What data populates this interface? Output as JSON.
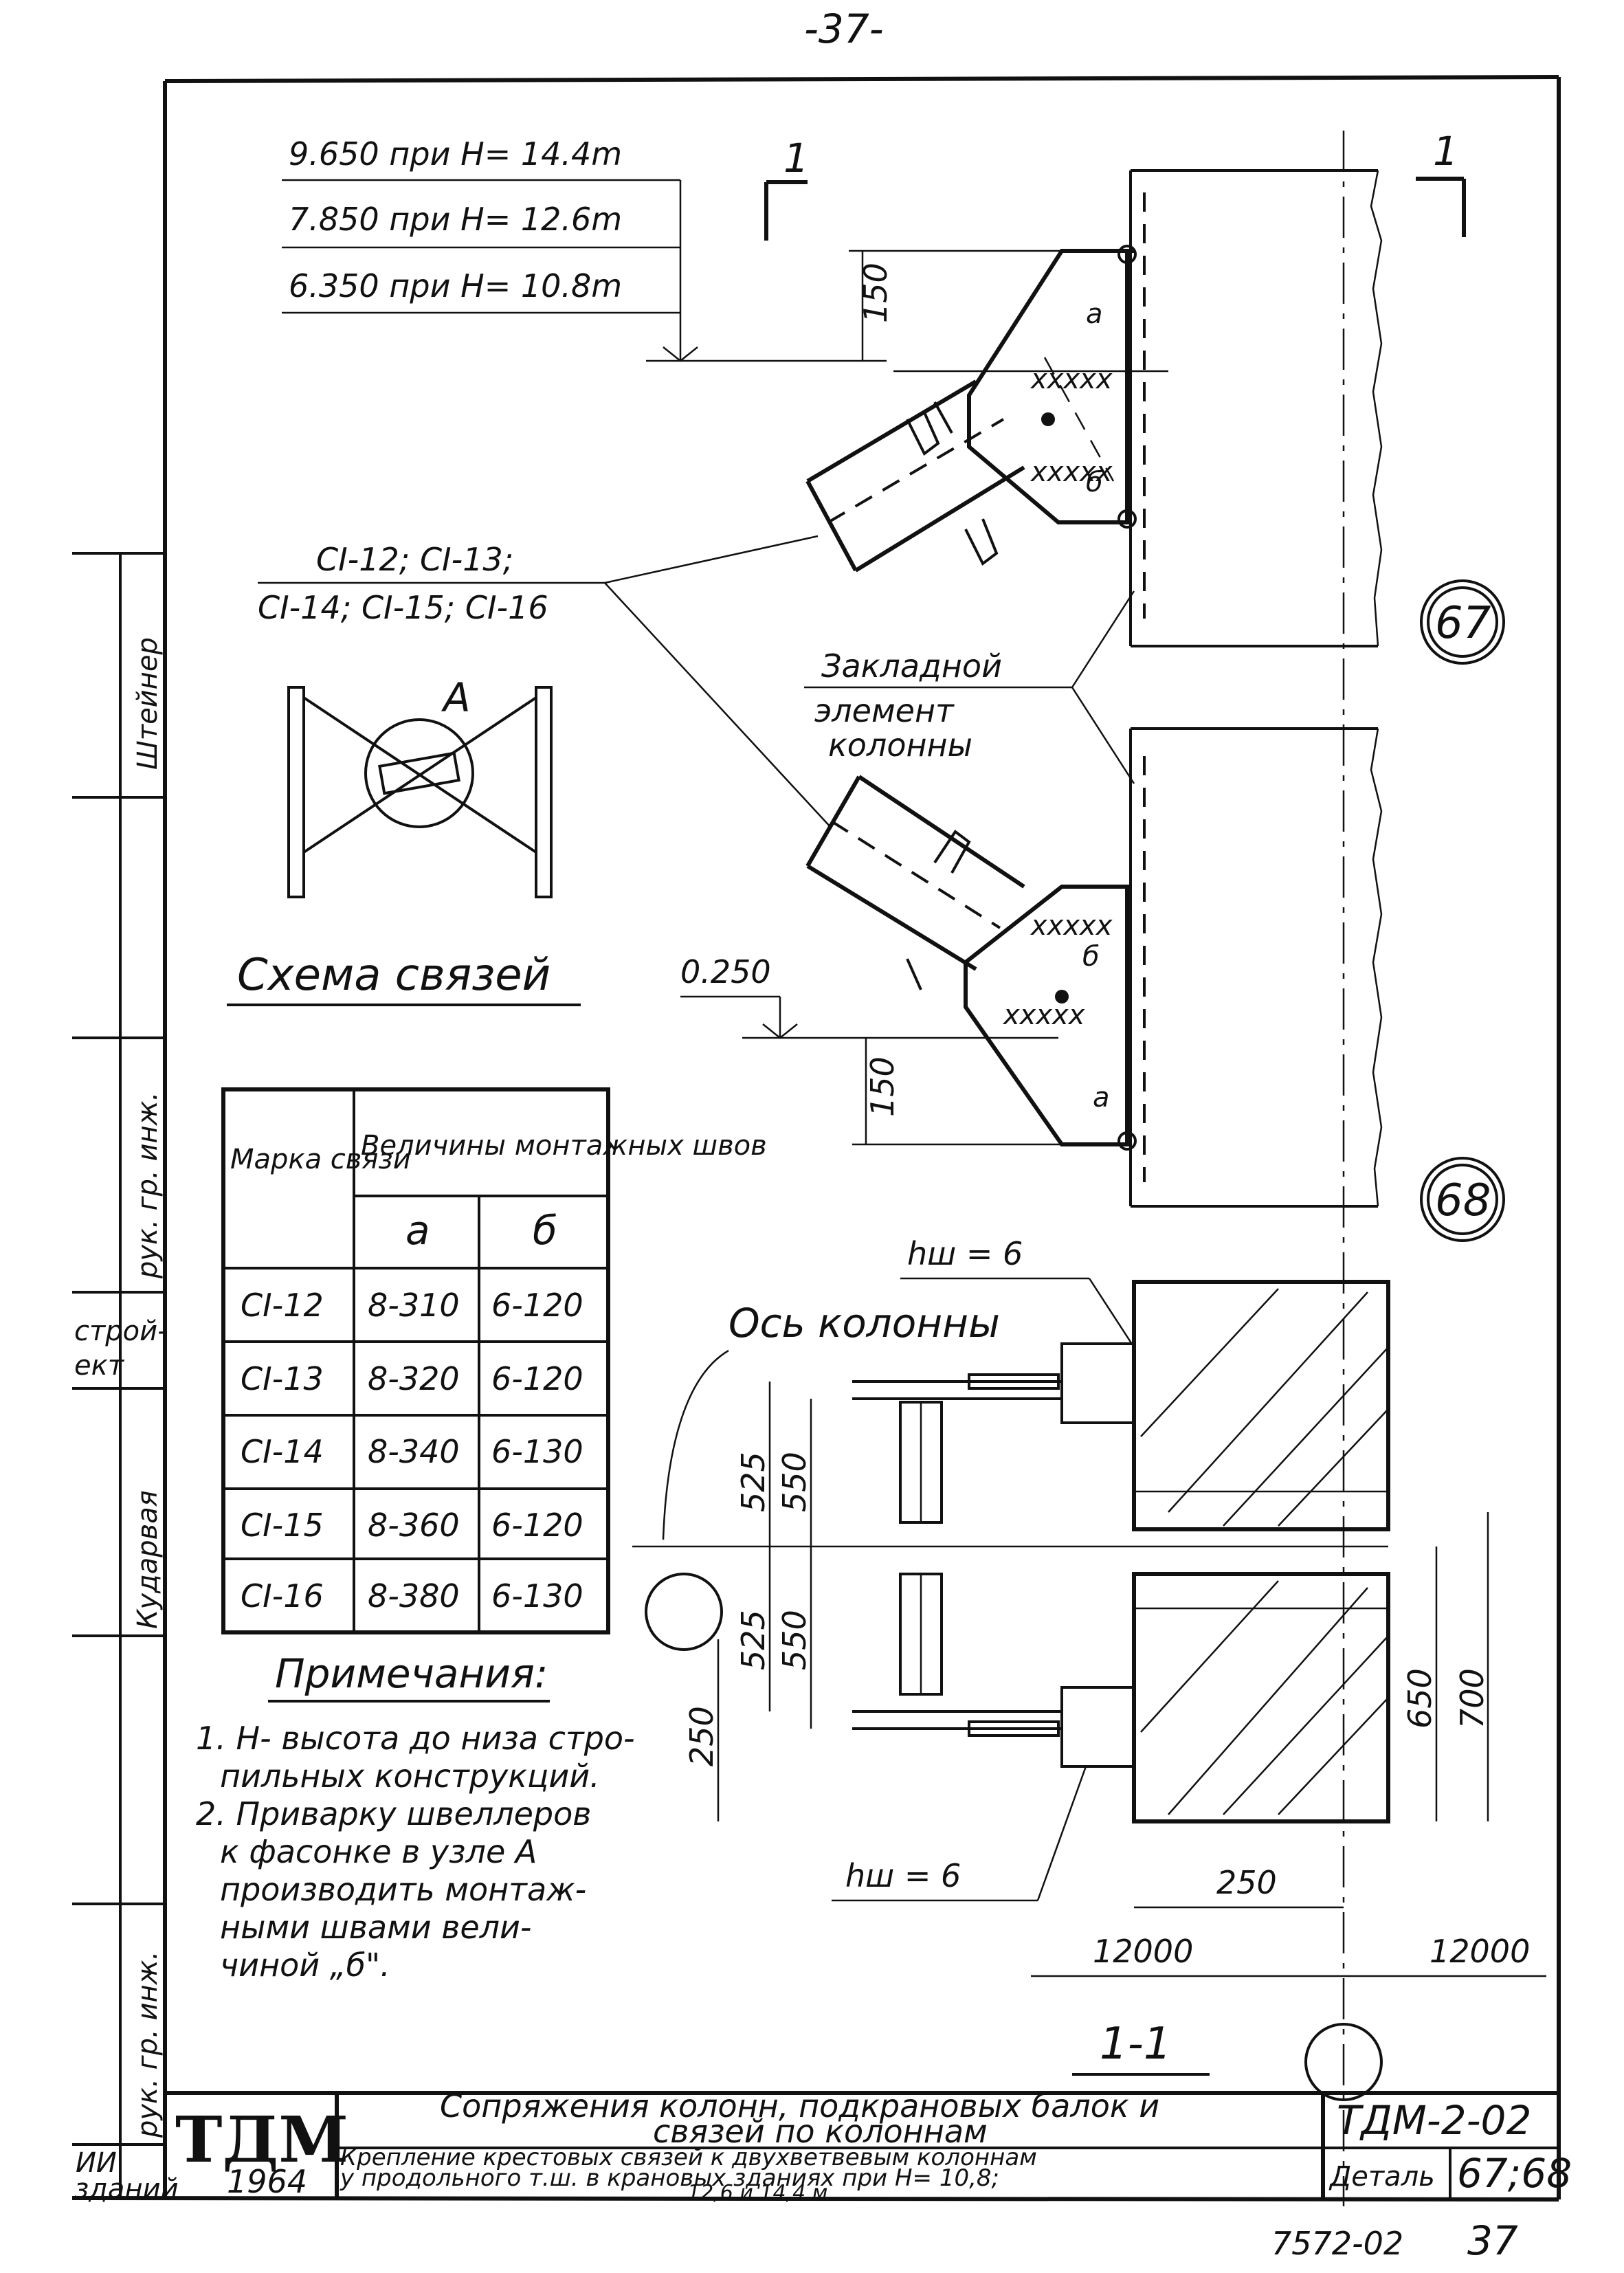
{
  "page_number": "-37-",
  "elevations": [
    "9.650 при H= 14.4m",
    "7.850 при H= 12.6m",
    "6.350 при H= 10.8m"
  ],
  "elevation_low": "0.250",
  "section_marks": {
    "left": "1",
    "right": "1",
    "section_title": "1-1"
  },
  "members_label": {
    "line1": "CI-12; CI-13;",
    "line2": "CI-14; CI-15; CI-16"
  },
  "embedded_label": {
    "line1": "Закладной",
    "line2": "элемент",
    "line3": "колонны"
  },
  "scheme": {
    "node_label": "A",
    "title": "Схема связей"
  },
  "details": {
    "top": "67",
    "bottom": "68"
  },
  "dimensions": {
    "d150_top": "150",
    "d150_bottom": "150",
    "hw_top": "hш = 6",
    "hw_bottom": "hш = 6",
    "axis_label": "Ось колонны",
    "d525_top": "525",
    "d550_top": "550",
    "d525_bottom": "525",
    "d550_bottom": "550",
    "d250_left": "250",
    "d250_bottom": "250",
    "d650": "650",
    "d700": "700",
    "d12000_left": "12000",
    "d12000_right": "12000"
  },
  "weld_table": {
    "header_mark": "Марка связи",
    "header_values": "Величины монтажных швов",
    "col_a": "a",
    "col_b": "б",
    "rows": [
      {
        "mark": "CI-12",
        "a": "8-310",
        "b": "6-120"
      },
      {
        "mark": "CI-13",
        "a": "8-320",
        "b": "6-120"
      },
      {
        "mark": "CI-14",
        "a": "8-340",
        "b": "6-130"
      },
      {
        "mark": "CI-15",
        "a": "8-360",
        "b": "6-120"
      },
      {
        "mark": "CI-16",
        "a": "8-380",
        "b": "6-130"
      }
    ]
  },
  "notes": {
    "title": "Примечания:",
    "lines": [
      "1. H- высота до низа стро-",
      "пильных конструкций.",
      "2. Приварку швеллеров",
      "к фасонке в узле A",
      "производить монтаж-",
      "ными швами вели-",
      "чиной „б\"."
    ]
  },
  "side_stamp": [
    "Штейнер",
    "рук. гр. инж.",
    "строй-",
    "ект",
    "Кударвая",
    "рук. гр. инж.",
    "ИИ",
    "зданий"
  ],
  "title_block": {
    "logo": "ТДМ",
    "year": "1964",
    "title_line1": "Сопряжения колонн, подкрановых балок и",
    "title_line2": "связей по колоннам",
    "sub_line1": "Крепление крестовых связей к двухветвевым колоннам",
    "sub_line2": "у продольного т.ш. в крановых зданиях при H= 10,8;",
    "sub_line3": "12,6 и 14,4 м.",
    "code": "ТДМ-2-02",
    "detail_label": "Деталь",
    "detail_value": "67;68"
  },
  "footer": {
    "number": "7572-02",
    "page": "37"
  }
}
